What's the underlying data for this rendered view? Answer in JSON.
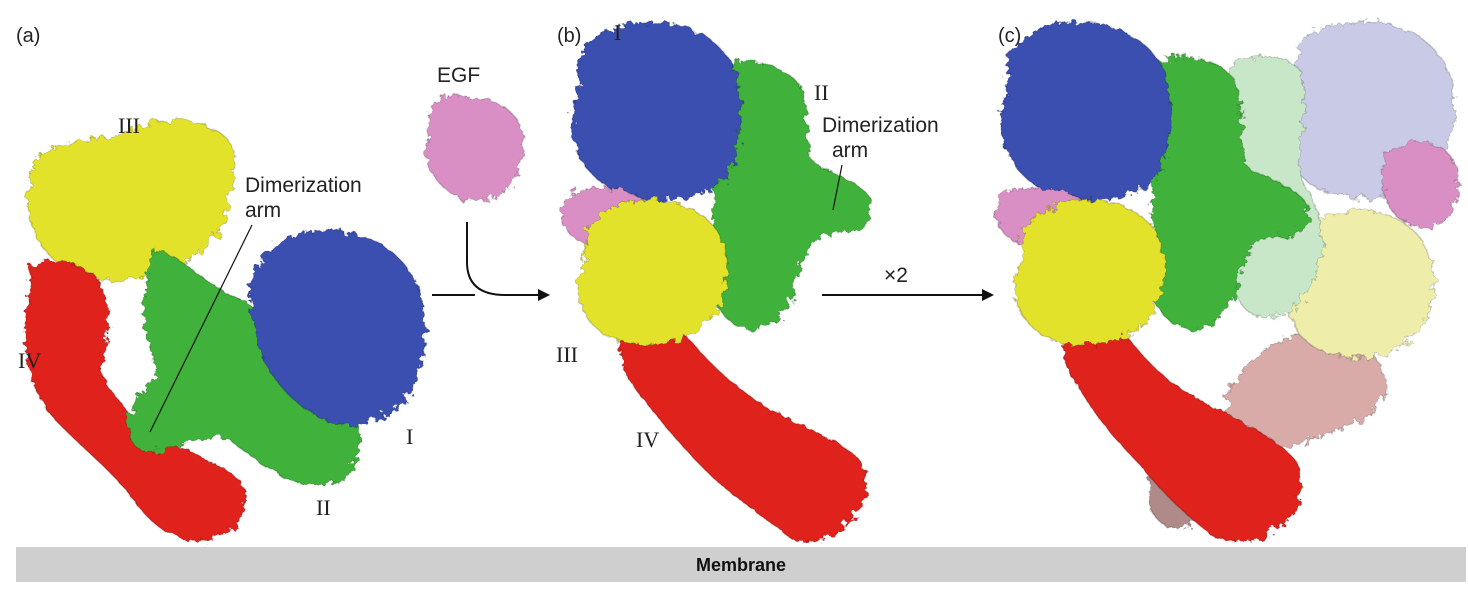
{
  "panels": {
    "a": {
      "letter": "(a)",
      "domain_labels": {
        "I": "I",
        "II": "II",
        "III": "III",
        "IV": "IV"
      },
      "dimerization_label_line1": "Dimerization",
      "dimerization_label_line2": "arm"
    },
    "b": {
      "letter": "(b)",
      "domain_labels": {
        "I": "I",
        "II": "II",
        "III": "III",
        "IV": "IV"
      },
      "dimerization_label_line1": "Dimerization",
      "dimerization_label_line2": "arm"
    },
    "c": {
      "letter": "(c)"
    }
  },
  "ligand": {
    "label": "EGF"
  },
  "arrow2": {
    "label": "×2"
  },
  "membrane": {
    "label": "Membrane"
  },
  "colors": {
    "domain_I": "#3a4fb0",
    "domain_II": "#3fb23a",
    "domain_III": "#e3e22a",
    "domain_IV": "#e0231f",
    "egf": "#d98fc4",
    "partner_I": "#c9cbe6",
    "partner_II": "#c8e6c8",
    "partner_III": "#eeeeaa",
    "partner_IV": "#d8aaa8",
    "partner_tail": "#b08a88",
    "membrane": "#cfcfcf"
  }
}
